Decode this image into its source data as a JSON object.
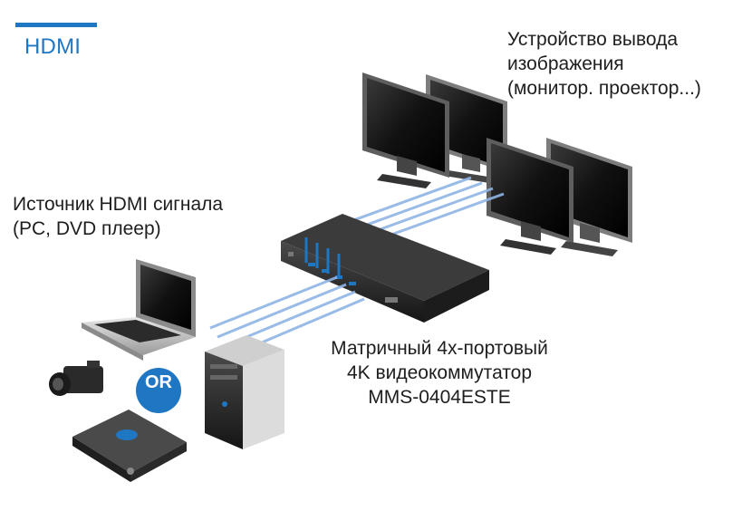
{
  "header": {
    "label": "HDMI",
    "accent_color": "#1f76c2"
  },
  "output_devices": {
    "label_lines": [
      "Устройство вывода",
      "изображения",
      "(монитор. проектор...)"
    ],
    "icon": "monitor-icon"
  },
  "source_devices": {
    "label_lines": [
      "Источник HDMI сигнала",
      "(PC, DVD плеер)"
    ],
    "icons": [
      "laptop-icon",
      "camcorder-icon",
      "desktop-tower-icon",
      "bluray-player-icon"
    ]
  },
  "or_badge": {
    "text": "OR",
    "color": "#1f76c2"
  },
  "switch": {
    "label_lines": [
      "Матричный 4x-портовый",
      "4K видеокоммутатор",
      "MMS-0404ESTE"
    ],
    "icon": "matrix-switch-icon"
  },
  "cable_color": "#8fb4e6"
}
